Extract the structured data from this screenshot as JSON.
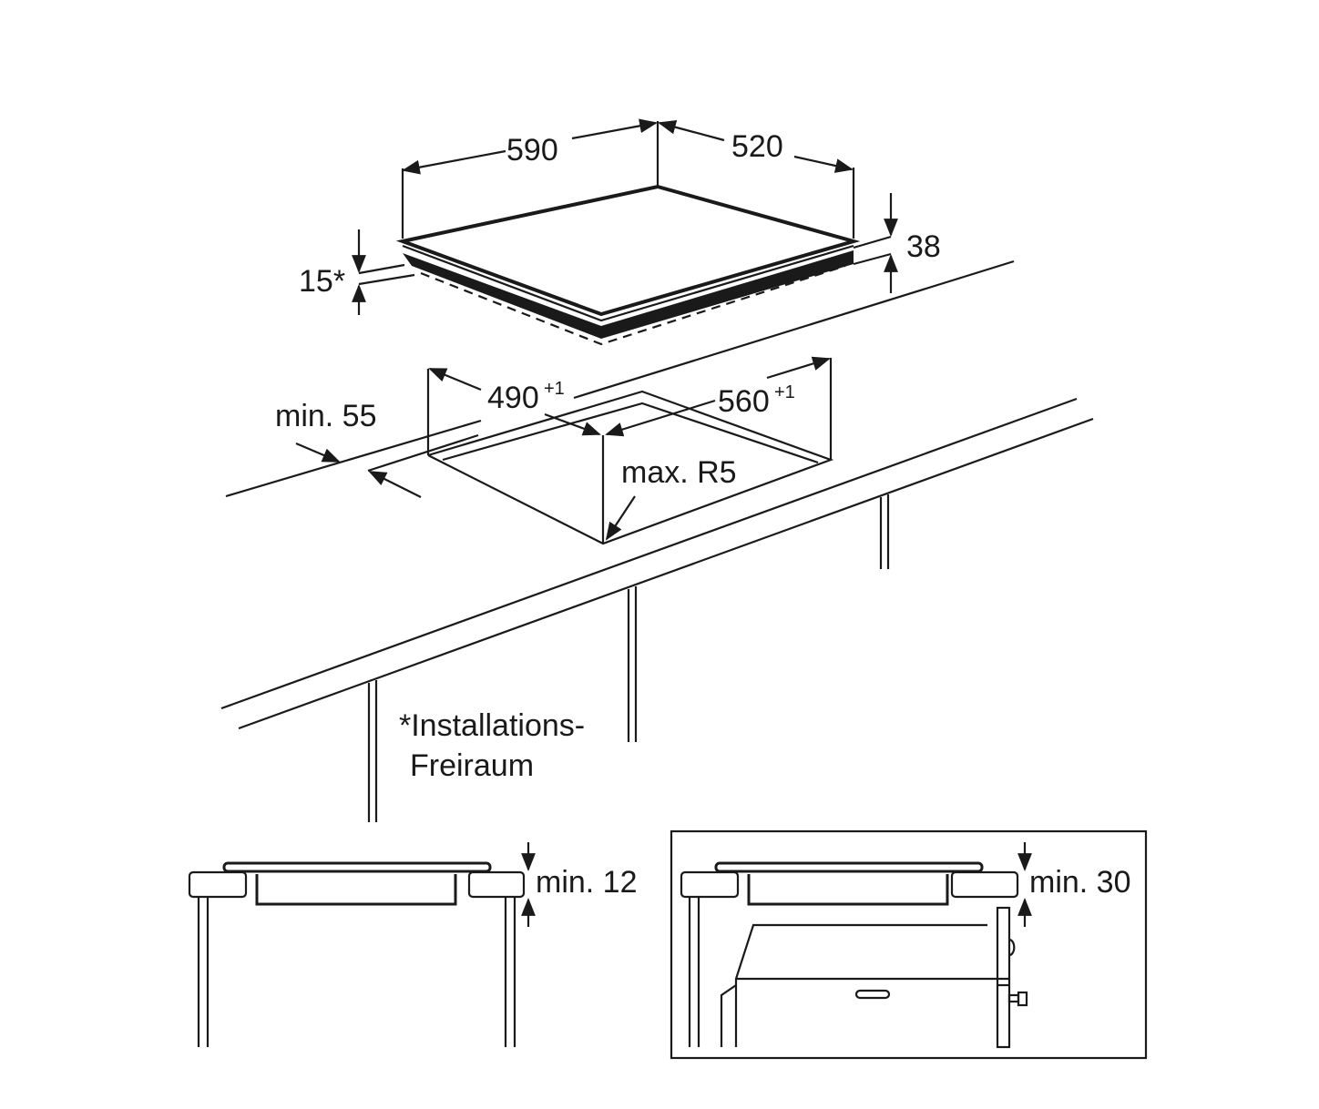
{
  "dimensions": {
    "width": "590",
    "depth": "520",
    "height": "38",
    "clearance": "15*",
    "cutout_width": "490",
    "cutout_width_tol": "+1",
    "cutout_depth": "560",
    "cutout_depth_tol": "+1",
    "edge_distance": "min. 55",
    "corner_radius": "max. R5",
    "min_worktop": "min. 12",
    "min_worktop_oven": "min. 30"
  },
  "note": {
    "line1": "*Installations-",
    "line2": "Freiraum"
  },
  "colors": {
    "ink": "#1a1a1a",
    "background": "#ffffff"
  }
}
